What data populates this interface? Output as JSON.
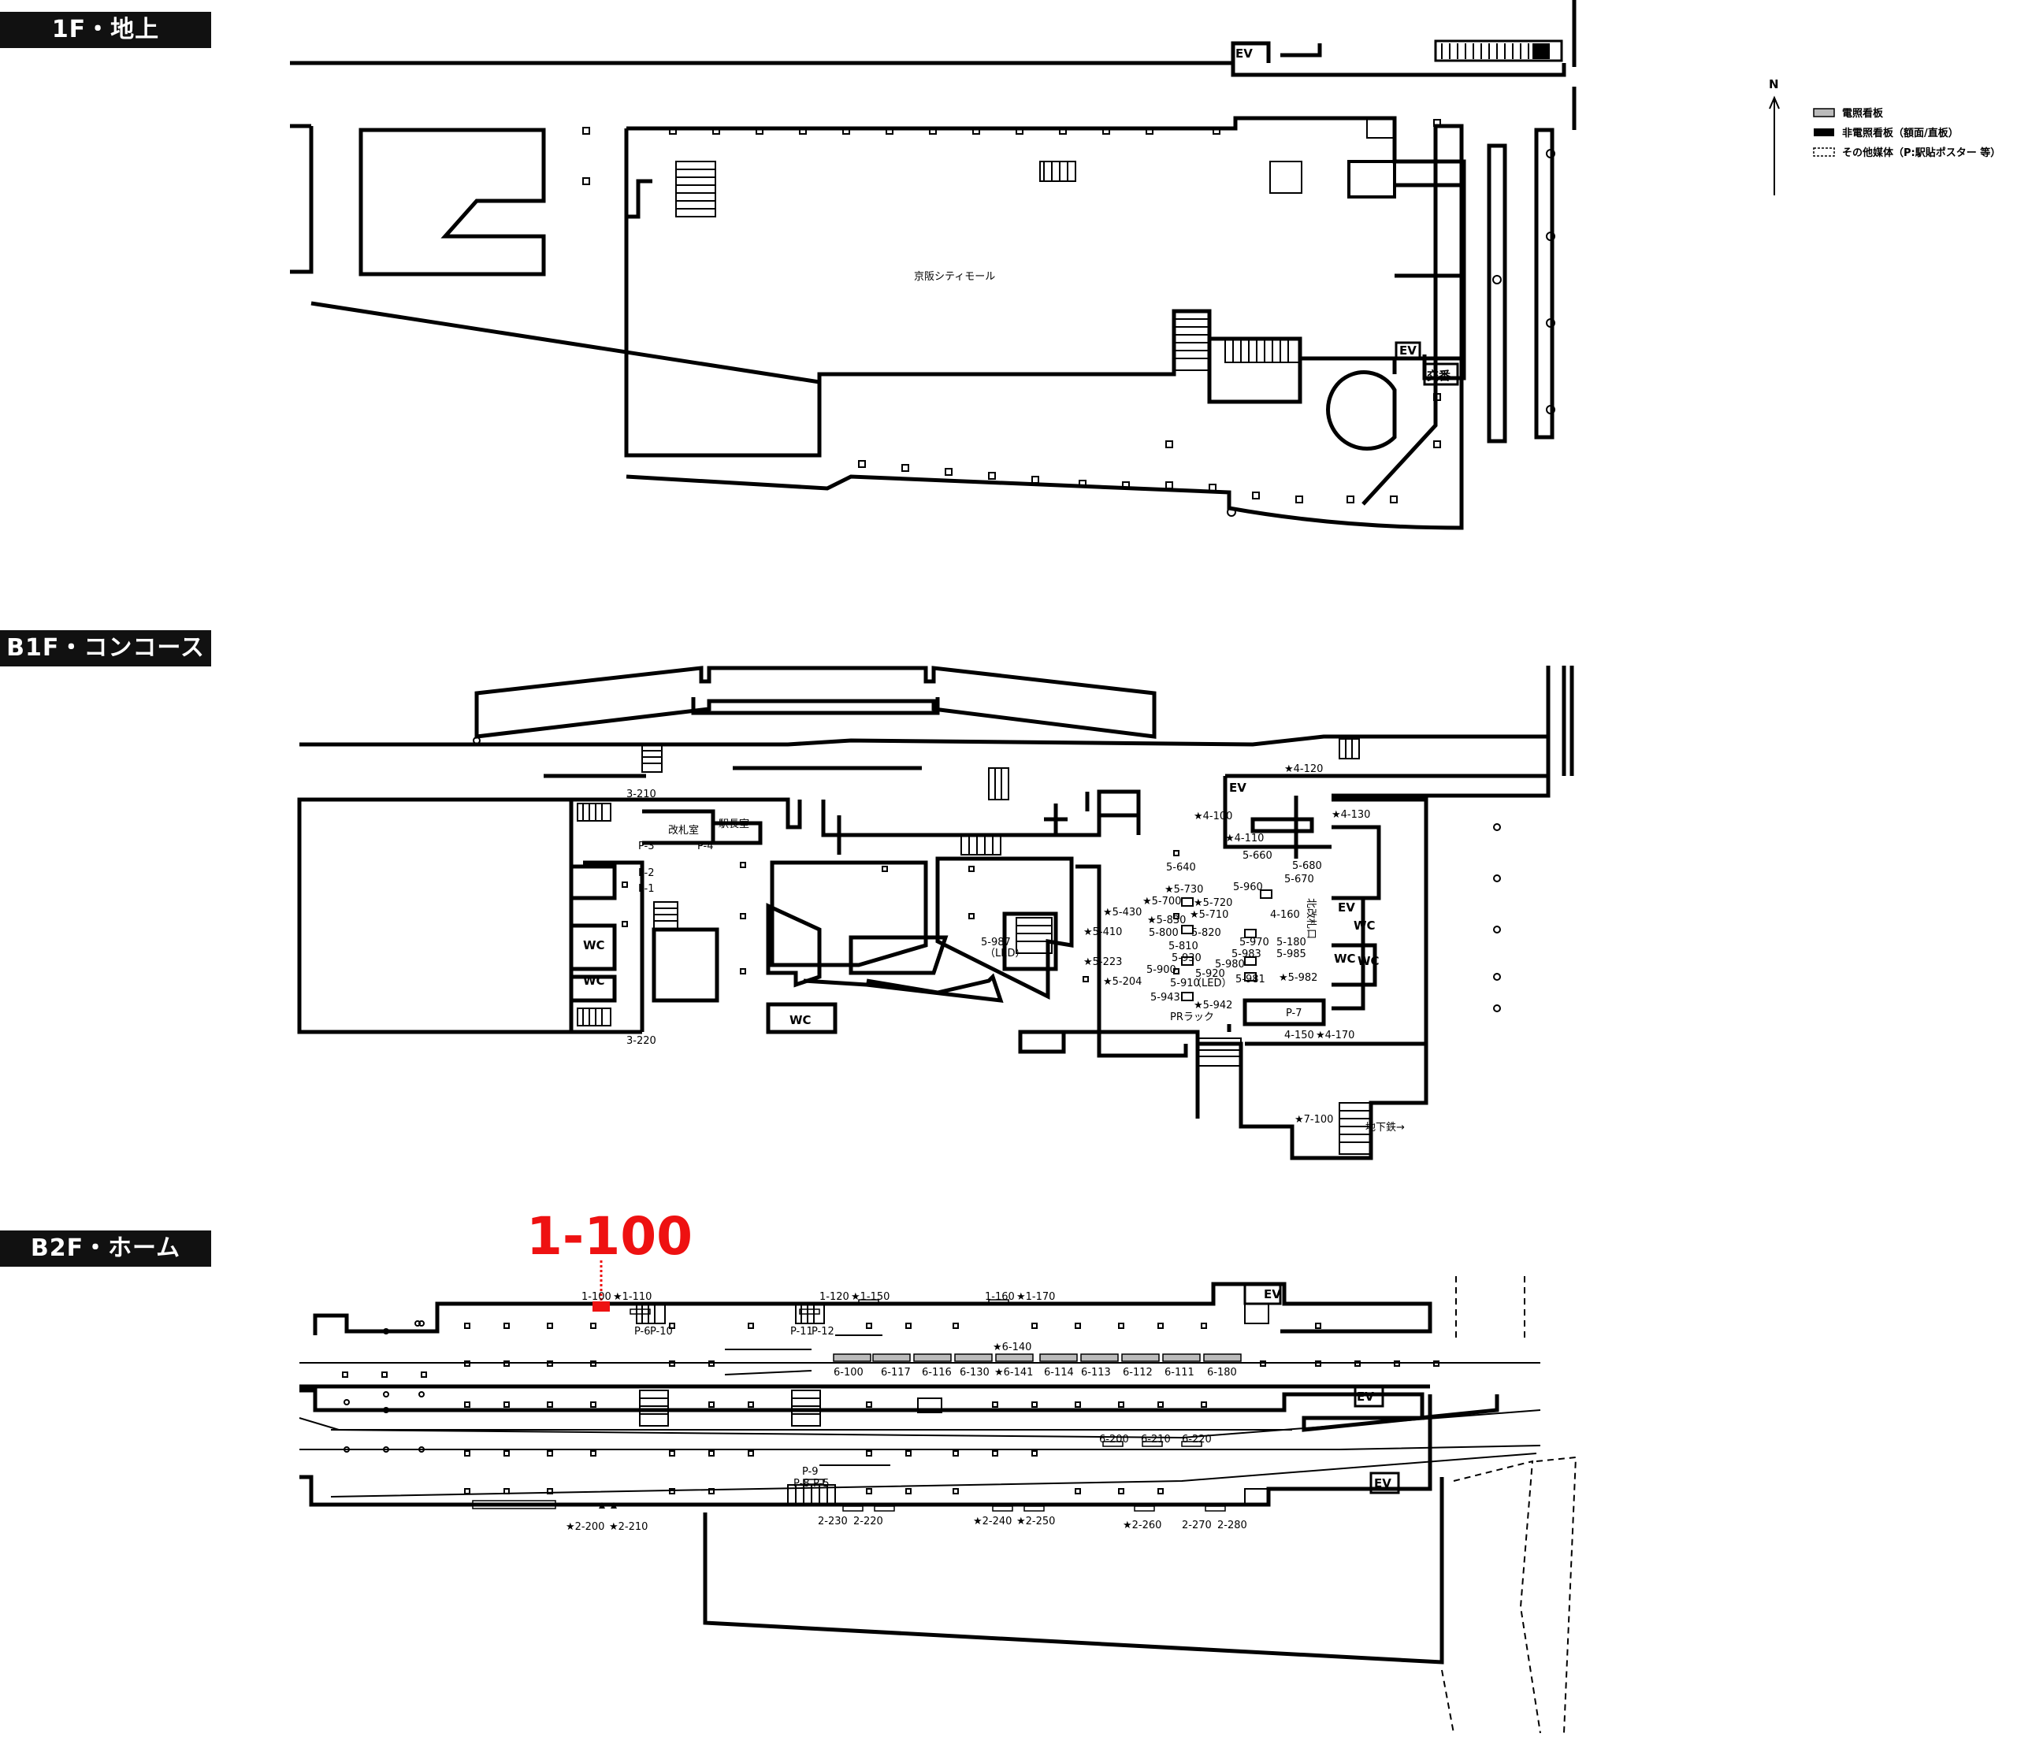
{
  "floors": {
    "f1": "1F・地上",
    "b1": "B1F・コンコース",
    "b2": "B2F・ホーム"
  },
  "highlight": {
    "code": "1-100",
    "color": "#ee1111"
  },
  "legend": {
    "north": "N",
    "lit": "電照看板",
    "unlit": "非電照看板（額面/直板）",
    "other": "その他媒体（P:駅貼ポスター 等）"
  },
  "f1_labels": {
    "mall": "京阪シティモール",
    "ev1": "EV",
    "ev2": "EV",
    "koban": "交番"
  },
  "b1_labels": [
    {
      "id": "3-210",
      "t": "3-210"
    },
    {
      "id": "3-220",
      "t": "3-220"
    },
    {
      "id": "p3",
      "t": "P-3"
    },
    {
      "id": "p4",
      "t": "P-4"
    },
    {
      "id": "p2",
      "t": "P-2"
    },
    {
      "id": "p1",
      "t": "P-1"
    },
    {
      "id": "kaisatsu",
      "t": "改札室"
    },
    {
      "id": "eki",
      "t": "駅長室"
    },
    {
      "id": "wc1",
      "t": "WC"
    },
    {
      "id": "wc2",
      "t": "WC"
    },
    {
      "id": "wc3",
      "t": "WC"
    },
    {
      "id": "wc4",
      "t": "WC"
    },
    {
      "id": "wc5",
      "t": "WC"
    },
    {
      "id": "wc6",
      "t": "WC"
    },
    {
      "id": "ev",
      "t": "EV"
    },
    {
      "id": "ev2",
      "t": "EV"
    },
    {
      "id": "4-120",
      "t": "★4-120"
    },
    {
      "id": "4-100",
      "t": "★4-100"
    },
    {
      "id": "4-110",
      "t": "★4-110"
    },
    {
      "id": "4-130",
      "t": "★4-130"
    },
    {
      "id": "4-150",
      "t": "4-150"
    },
    {
      "id": "4-170",
      "t": "★4-170"
    },
    {
      "id": "4-160",
      "t": "4-160"
    },
    {
      "id": "5-640",
      "t": "5-640"
    },
    {
      "id": "5-660",
      "t": "5-660"
    },
    {
      "id": "5-680",
      "t": "5-680"
    },
    {
      "id": "5-670",
      "t": "5-670"
    },
    {
      "id": "5-730",
      "t": "★5-730"
    },
    {
      "id": "5-700",
      "t": "★5-700"
    },
    {
      "id": "5-720",
      "t": "★5-720"
    },
    {
      "id": "5-710",
      "t": "★5-710"
    },
    {
      "id": "5-430",
      "t": "★5-430"
    },
    {
      "id": "5-830",
      "t": "★5-830"
    },
    {
      "id": "5-800",
      "t": "5-800"
    },
    {
      "id": "5-820",
      "t": "5-820"
    },
    {
      "id": "5-410",
      "t": "★5-410"
    },
    {
      "id": "5-810",
      "t": "5-810"
    },
    {
      "id": "5-930",
      "t": "5-930"
    },
    {
      "id": "5-987",
      "t": "5-987"
    },
    {
      "id": "led1",
      "t": "（LED）"
    },
    {
      "id": "5-223",
      "t": "★5-223"
    },
    {
      "id": "5-900",
      "t": "5-900"
    },
    {
      "id": "5-920",
      "t": "5-920"
    },
    {
      "id": "5-910",
      "t": "5-910"
    },
    {
      "id": "led2",
      "t": "（LED）"
    },
    {
      "id": "5-204",
      "t": "★5-204"
    },
    {
      "id": "5-943",
      "t": "5-943"
    },
    {
      "id": "5-942",
      "t": "★5-942"
    },
    {
      "id": "prrack",
      "t": "PRラック"
    },
    {
      "id": "5-960",
      "t": "5-960"
    },
    {
      "id": "5-970",
      "t": "5-970"
    },
    {
      "id": "5-983",
      "t": "5-983"
    },
    {
      "id": "5-980",
      "t": "5-980"
    },
    {
      "id": "5-981",
      "t": "5-981"
    },
    {
      "id": "5-180",
      "t": "5-180"
    },
    {
      "id": "5-985",
      "t": "5-985"
    },
    {
      "id": "5-982",
      "t": "★5-982"
    },
    {
      "id": "p7",
      "t": "P-7"
    },
    {
      "id": "7-100",
      "t": "★7-100"
    },
    {
      "id": "chika",
      "t": "地下鉄→"
    },
    {
      "id": "kita",
      "t": "北改札口"
    }
  ],
  "b2_labels": [
    {
      "id": "1-100",
      "t": "1-100"
    },
    {
      "id": "1-110",
      "t": "★1-110"
    },
    {
      "id": "1-120",
      "t": "1-120"
    },
    {
      "id": "1-150",
      "t": "★1-150"
    },
    {
      "id": "1-160",
      "t": "1-160"
    },
    {
      "id": "1-170",
      "t": "★1-170"
    },
    {
      "id": "p6",
      "t": "P-6"
    },
    {
      "id": "p10",
      "t": "P-10"
    },
    {
      "id": "p11",
      "t": "P-11"
    },
    {
      "id": "p12",
      "t": "P-12"
    },
    {
      "id": "ev1",
      "t": "EV"
    },
    {
      "id": "ev2",
      "t": "EV"
    },
    {
      "id": "ev3",
      "t": "EV"
    },
    {
      "id": "6-140",
      "t": "★6-140"
    },
    {
      "id": "6-100",
      "t": "6-100"
    },
    {
      "id": "6-117",
      "t": "6-117"
    },
    {
      "id": "6-116",
      "t": "6-116"
    },
    {
      "id": "6-130",
      "t": "6-130"
    },
    {
      "id": "6-141",
      "t": "★6-141"
    },
    {
      "id": "6-114",
      "t": "6-114"
    },
    {
      "id": "6-113",
      "t": "6-113"
    },
    {
      "id": "6-112",
      "t": "6-112"
    },
    {
      "id": "6-111",
      "t": "6-111"
    },
    {
      "id": "6-180",
      "t": "6-180"
    },
    {
      "id": "6-200",
      "t": "6-200"
    },
    {
      "id": "6-210",
      "t": "6-210"
    },
    {
      "id": "6-220",
      "t": "6-220"
    },
    {
      "id": "p8",
      "t": "P-8"
    },
    {
      "id": "p5",
      "t": "P-5"
    },
    {
      "id": "p9",
      "t": "P-9"
    },
    {
      "id": "2-200",
      "t": "★2-200"
    },
    {
      "id": "2-210",
      "t": "★2-210"
    },
    {
      "id": "2-230",
      "t": "2-230"
    },
    {
      "id": "2-220",
      "t": "2-220"
    },
    {
      "id": "2-240",
      "t": "★2-240"
    },
    {
      "id": "2-250",
      "t": "★2-250"
    },
    {
      "id": "2-260",
      "t": "★2-260"
    },
    {
      "id": "2-270",
      "t": "2-270"
    },
    {
      "id": "2-280",
      "t": "2-280"
    }
  ]
}
